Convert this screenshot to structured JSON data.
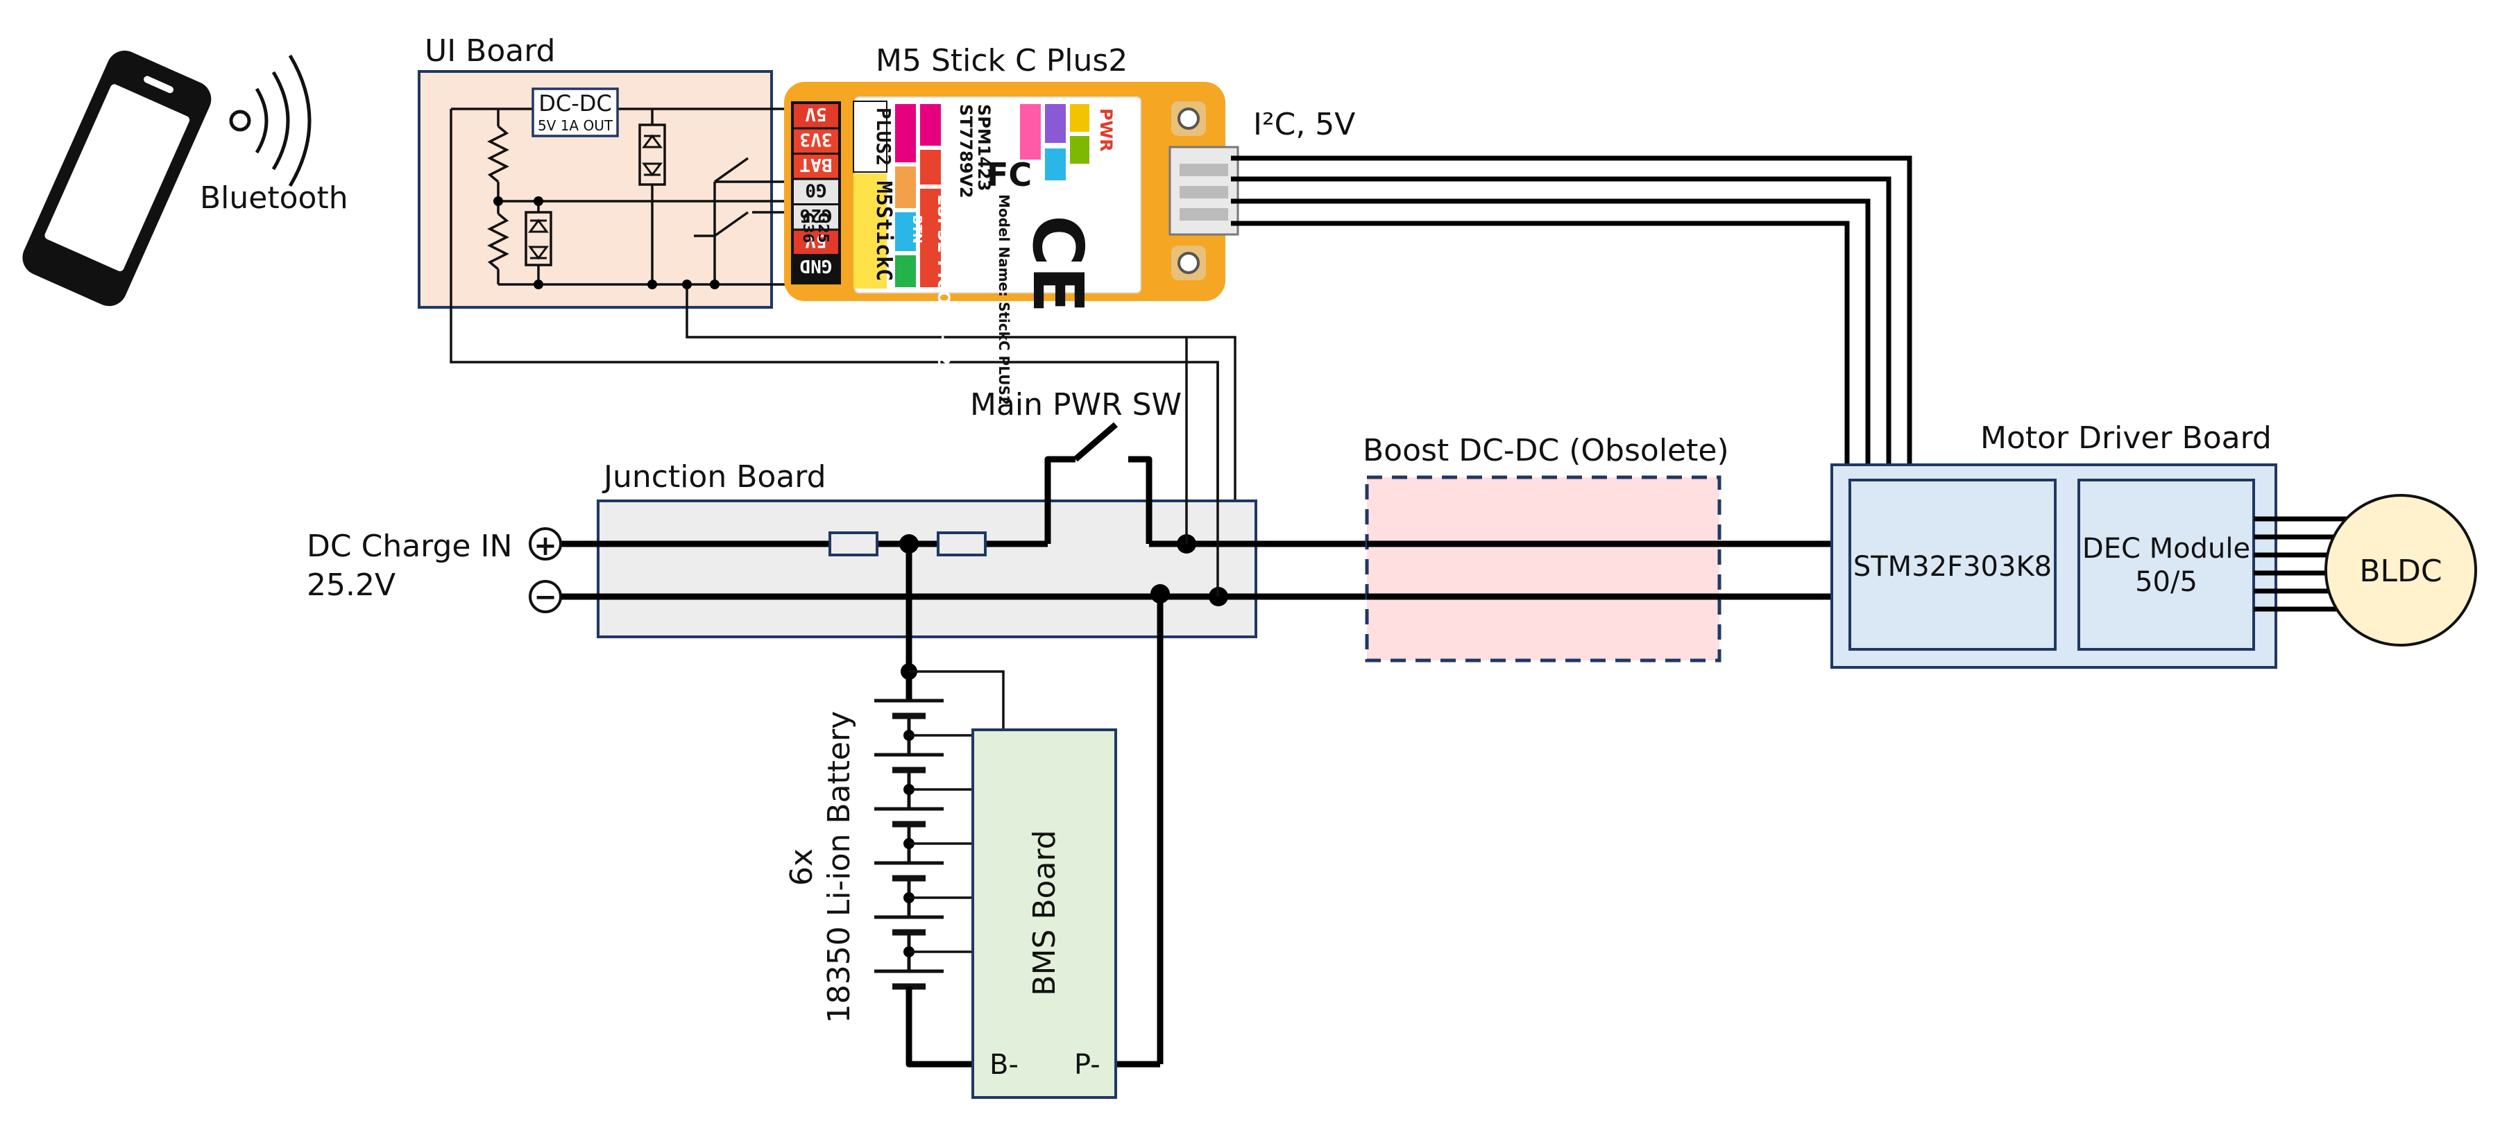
{
  "labels": {
    "bluetooth": "Bluetooth",
    "ui_board": "UI Board",
    "dcdc": "DC-DC",
    "dcdc_sub": "5V 1A OUT",
    "m5": "M5 Stick C Plus2",
    "i2c": "I²C, 5V",
    "main_sw": "Main PWR SW",
    "junction": "Junction Board",
    "boost": "Boost DC-DC (Obsolete)",
    "motor_board": "Motor Driver Board",
    "stm": "STM32F303K8",
    "dec_l1": "DEC Module",
    "dec_l2": "50/5",
    "bldc": "BLDC",
    "dc_in_l1": "DC Charge IN",
    "dc_in_l2": "25.2V",
    "plus": "+",
    "minus": "−",
    "battery_l1": "6x",
    "battery_l2": "18350 Li-ion Battery",
    "bms": "BMS Board",
    "b_minus": "B-",
    "p_minus": "P-"
  },
  "m5_pins": [
    {
      "label": "5V",
      "color": "#e23b2a"
    },
    {
      "label": "3V3",
      "color": "#e8432d"
    },
    {
      "label": "BAT",
      "color": "#e8432d"
    },
    {
      "label": "G0",
      "color": "#e6e6e6"
    },
    {
      "label": "G26",
      "color": "#e6e6e6"
    },
    {
      "label": "5V",
      "color": "#e23b2a"
    },
    {
      "label": "GND",
      "color": "#111111"
    }
  ],
  "m5_silkscreen": {
    "plus2": "PLUS2",
    "brand": "M5StickC",
    "chip": "ST7789V2",
    "spm": "SPM1423",
    "fcc": "FC",
    "ce": "CE",
    "pwr": "PWR",
    "btn": "BTN",
    "pico": "ESP32-PICO-V3-02",
    "model": "Model Name: StickC PLUS2",
    "g36": "G36",
    "g25": "G25"
  },
  "colors": {
    "ui_board_fill": "#fbe5d6",
    "ui_board_stroke": "#1f3864",
    "junction_fill": "#ededed",
    "boost_fill": "#ffdfe0",
    "motor_fill": "#dae8f5",
    "bms_fill": "#e2efda",
    "bldc_fill": "#fff2cc",
    "m5_orange": "#f5a623",
    "m5_screen": "#ffffff"
  }
}
